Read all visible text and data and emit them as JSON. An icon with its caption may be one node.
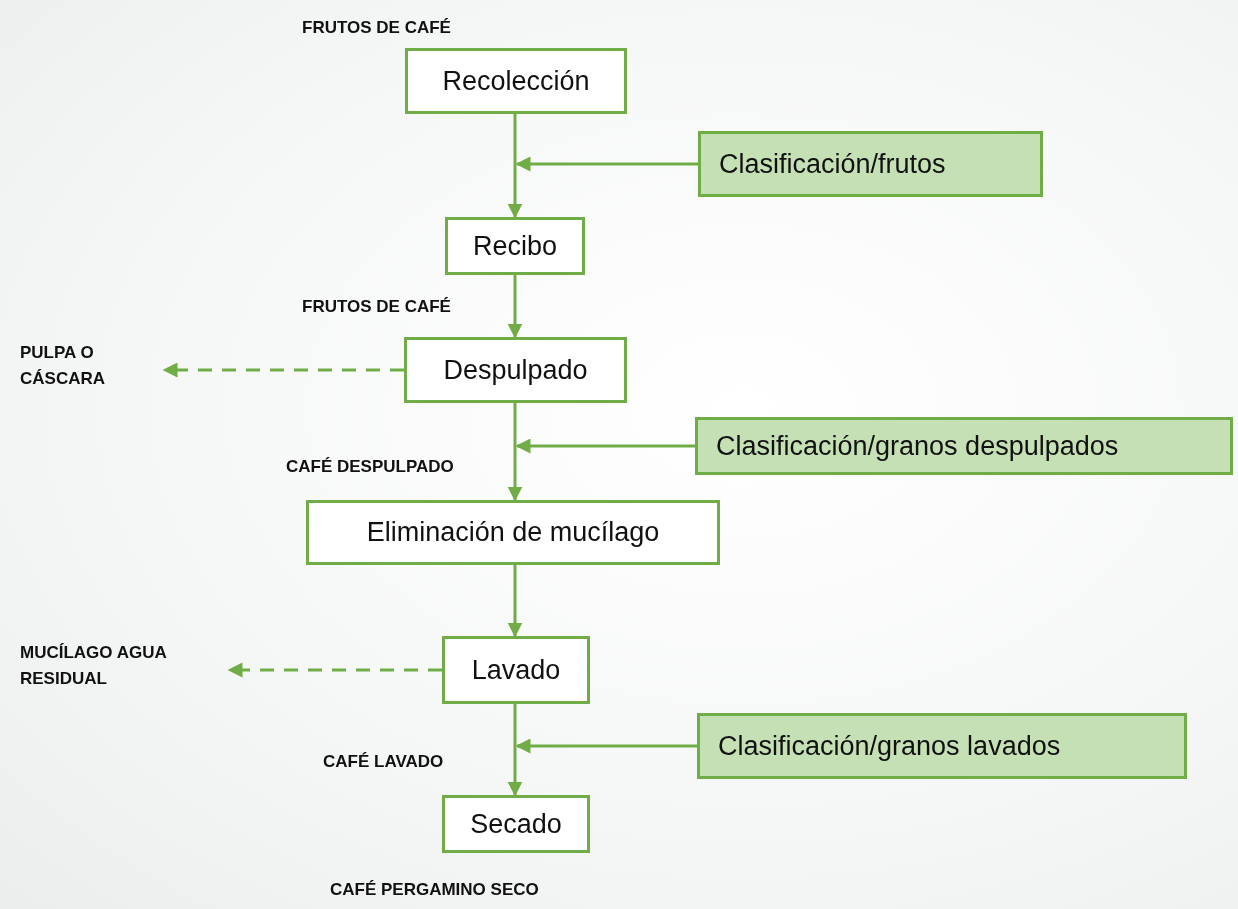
{
  "diagram": {
    "nodes": [
      {
        "text": [
          "Recolección"
        ]
      },
      {
        "text": [
          "Clasificación/frutos"
        ]
      },
      {
        "text": [
          "Recibo"
        ]
      },
      {
        "text": [
          "Despulpado"
        ]
      },
      {
        "text": [
          "PULPA O CÁSCARA"
        ]
      },
      {
        "text": [
          "Clasificación/granos despulpados"
        ]
      },
      {
        "text": [
          "Eliminación de mucílago"
        ]
      },
      {
        "text": [
          "MUCÍLAGO AGUA RESIDUAL"
        ]
      },
      {
        "text": [
          "Lavado"
        ]
      },
      {
        "text": [
          "Clasificación/granos lavados"
        ]
      },
      {
        "text": [
          "Secado"
        ]
      }
    ],
    "edges": [
      {
        "from": 0,
        "to": 2,
        "arrow": "to"
      },
      {
        "from": 1,
        "to": null,
        "arrow": "to"
      },
      {
        "from": 2,
        "to": 3,
        "arrow": "to"
      },
      {
        "from": 3,
        "to": 4,
        "arrow": "to",
        "style": "dashed"
      },
      {
        "from": 5,
        "to": null,
        "arrow": "to"
      },
      {
        "from": 3,
        "to": 6,
        "arrow": "to"
      },
      {
        "from": 6,
        "to": 8,
        "arrow": "to"
      },
      {
        "from": 8,
        "to": 7,
        "arrow": "to",
        "style": "dashed"
      },
      {
        "from": 9,
        "to": null,
        "arrow": "to"
      },
      {
        "from": 8,
        "to": 10,
        "arrow": "to"
      }
    ],
    "labels": [
      "FRUTOS DE CAFÉ",
      "FRUTOS DE CAFÉ",
      "CAFÉ DESPULPADO",
      "CAFÉ LAVADO",
      "CAFÉ PERGAMINO SECO"
    ]
  }
}
